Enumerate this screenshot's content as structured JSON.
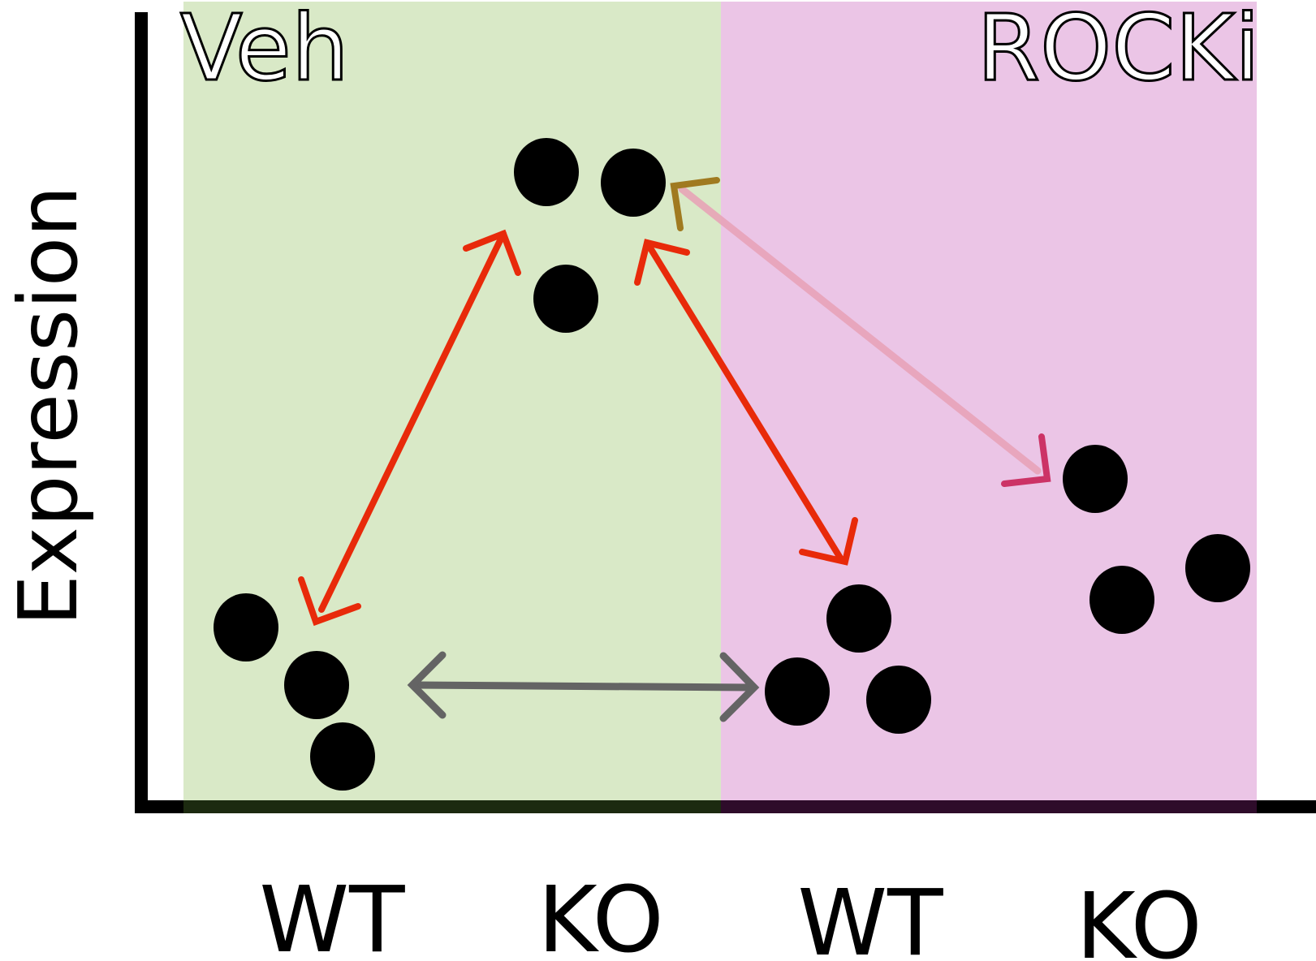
{
  "regions": [
    {
      "id": "veh",
      "label": "Veh",
      "fill": "#d9e9c7"
    },
    {
      "id": "rocki",
      "label": "ROCKi",
      "fill": "#ebc5e6"
    }
  ],
  "y_axis": {
    "label": "Expression"
  },
  "x_labels": [
    {
      "id": "veh-wt",
      "text": "WT"
    },
    {
      "id": "veh-ko",
      "text": "KO"
    },
    {
      "id": "rocki-wt",
      "text": "WT"
    },
    {
      "id": "rocki-ko",
      "text": "KO"
    }
  ],
  "colors": {
    "dot": "#000000",
    "axis": "#000000",
    "arrow_red": "#e82a0a",
    "arrow_gray": "#646464",
    "arrow_pink_line": "#e8a0b5",
    "arrow_pink_head": "#cc3366",
    "arrow_olive_head": "#a07a20"
  }
}
